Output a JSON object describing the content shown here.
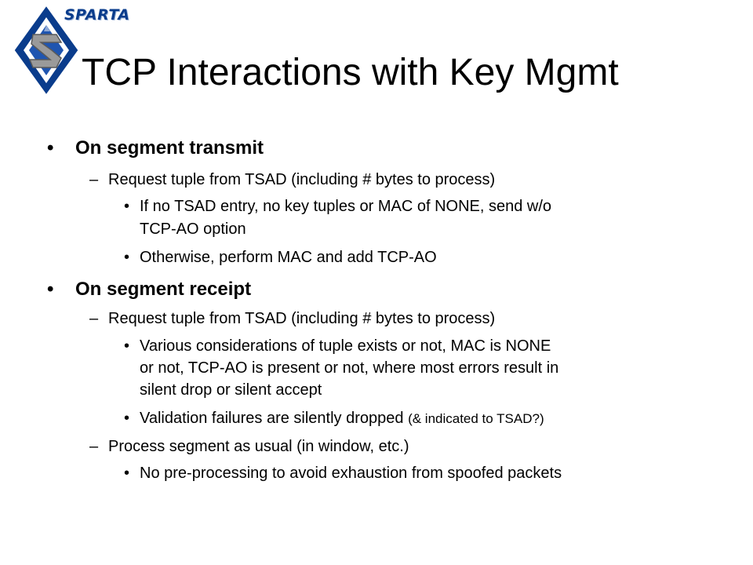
{
  "logo": {
    "text": "SPARTA",
    "colors": {
      "blue": "#0a3c8c",
      "grey": "#8a8a8a"
    }
  },
  "slide": {
    "title": "TCP Interactions with Key Mgmt",
    "bullet_glyph": "•",
    "dash_glyph": "–",
    "transmit": {
      "heading": "On segment transmit",
      "request": "Request tuple from TSAD (including # bytes to process)",
      "no_entry_line1": "If no TSAD entry, no key tuples or MAC of NONE, send w/o",
      "no_entry_line2": "TCP-AO option",
      "otherwise": "Otherwise, perform MAC and add TCP-AO"
    },
    "receipt": {
      "heading": "On segment receipt",
      "request": "Request tuple from TSAD (including # bytes to process)",
      "various_line1": "Various considerations of tuple exists or not, MAC is NONE",
      "various_line2": "or not, TCP-AO is present or not, where most errors result in",
      "various_line3": "silent drop or silent accept",
      "validation_main": "Validation failures are silently dropped",
      "validation_note": "(& indicated to TSAD?)",
      "process": "Process segment as usual (in window, etc.)",
      "no_preprocess": "No pre-processing to avoid exhaustion from spoofed packets"
    }
  }
}
